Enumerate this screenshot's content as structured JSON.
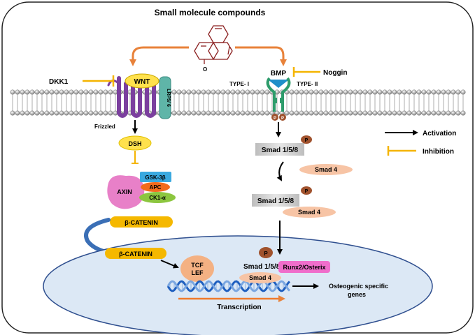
{
  "title": "Small molecule compounds",
  "compound": {
    "carbonyl_label": "O"
  },
  "wnt_pathway": {
    "dkk1": "DKK1",
    "wnt": "WNT",
    "lrp": "LRP5/ 6",
    "frizzled": "Frizzled",
    "dsh": "DSH",
    "gsk": "GSK-3β",
    "apc": "APC",
    "ck1": "CK1-α",
    "axin": "AXIN",
    "beta_catenin_cyto": "β-CATENIN",
    "beta_catenin_nuc": "β-CATENIN",
    "tcf": "TCF",
    "lef": "LEF"
  },
  "bmp_pathway": {
    "bmp": "BMP",
    "noggin": "Noggin",
    "type1": "TYPE- I",
    "type2": "TYPE- II",
    "p_label": "P",
    "smad158_a": "Smad 1/5/8",
    "smad4_a": "Smad 4",
    "smad158_b": "Smad 1/5/8",
    "smad4_b": "Smad 4",
    "smad158_c": "Smad 1/5/8",
    "smad4_c": "Smad 4",
    "runx2": "Runx2/Osterix"
  },
  "nucleus": {
    "transcription": "Transcription",
    "osteogenic_line1": "Osteogenic specific",
    "osteogenic_line2": "genes"
  },
  "legend": {
    "activation": "Activation",
    "inhibition": "Inhibition"
  },
  "colors": {
    "orange_arrow": "#e8823a",
    "inhibit": "#f4b400",
    "wnt": "#ffe14d",
    "frizzled": "#7b3f9e",
    "lrp": "#5fb5a8",
    "gsk": "#3aa9e0",
    "apc": "#f26b1d",
    "ck1": "#8cc63f",
    "axin": "#e880c8",
    "catenin": "#f5b800",
    "smad_grey": "#cfcfcf",
    "smad4": "#f7c4a5",
    "phospho": "#a0522d",
    "runx2": "#f06ecb",
    "tcf": "#f4b183",
    "receptor": "#2e9c6b",
    "receptor_top": "#1f8fc9",
    "nucleus_fill": "#dce8f5",
    "nucleus_stroke": "#2f4f8f",
    "dna1": "#1f5fbf",
    "dna2": "#7aa6e0",
    "transcription_arrow": "#f07a2a"
  }
}
